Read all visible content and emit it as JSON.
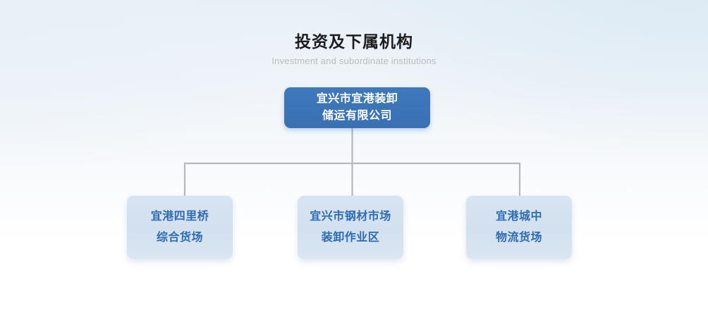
{
  "header": {
    "title": "投资及下属机构",
    "subtitle": "Investment and subordinate institutions"
  },
  "org_chart": {
    "root": {
      "id": "yixing-yigang-loading-storage",
      "lines": [
        "宜兴市宜港装卸",
        "储运有限公司"
      ],
      "background_color": "#3a70b4",
      "text_color": "#ffffff"
    },
    "children": [
      {
        "id": "yigang-silique-bridge-yard",
        "lines": [
          "宜港四里桥",
          "综合货场"
        ],
        "background_color": "#d3e0f0",
        "text_color": "#2d6cb5"
      },
      {
        "id": "yixing-steel-market-loading-area",
        "lines": [
          "宜兴市钢材市场",
          "装卸作业区"
        ],
        "background_color": "#d3e0f0",
        "text_color": "#2d6cb5"
      },
      {
        "id": "yigang-chengzhong-logistics-yard",
        "lines": [
          "宜港城中",
          "物流货场"
        ],
        "background_color": "#d3e0f0",
        "text_color": "#2d6cb5"
      }
    ],
    "connector_color": "#b6b8ba"
  }
}
